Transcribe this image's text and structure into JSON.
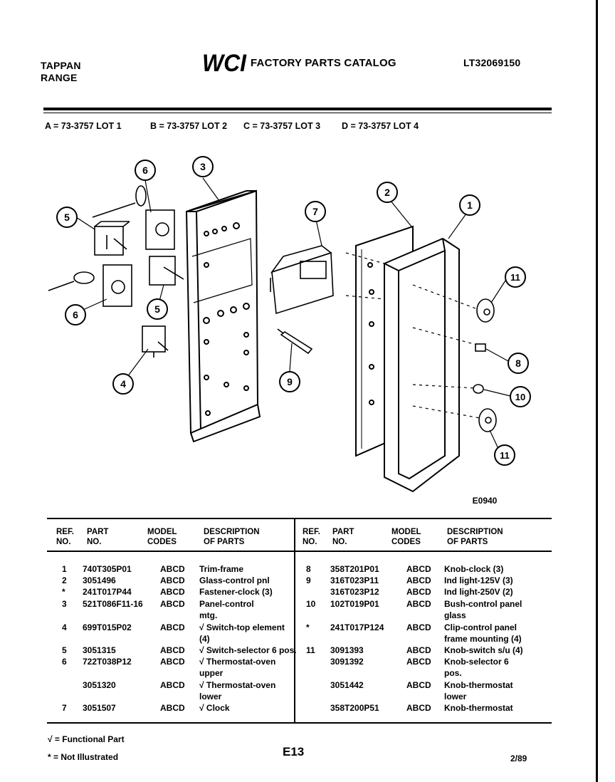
{
  "header": {
    "brand_line1": "TAPPAN",
    "brand_line2": "RANGE",
    "logo_text": "WCI",
    "catalog_title": "FACTORY PARTS CATALOG",
    "catalog_number": "LT32069150"
  },
  "lots": [
    "A = 73-3757 LOT 1",
    "B = 73-3757 LOT 2",
    "C = 73-3757 LOT 3",
    "D = 73-3757 LOT 4"
  ],
  "diagram": {
    "callouts": [
      "1",
      "2",
      "3",
      "4",
      "5",
      "5",
      "6",
      "6",
      "7",
      "8",
      "9",
      "10",
      "11",
      "11"
    ],
    "drawing_code": "E0940"
  },
  "table": {
    "headers": {
      "ref": "REF.\nNO.",
      "part": "PART\nNO.",
      "model": "MODEL\nCODES",
      "desc": "DESCRIPTION\nOF PARTS"
    },
    "left_rows": [
      {
        "ref": "1",
        "part": "740T305P01",
        "model": "ABCD",
        "desc": "Trim-frame"
      },
      {
        "ref": "2",
        "part": "3051496",
        "model": "ABCD",
        "desc": "Glass-control pnl"
      },
      {
        "ref": "*",
        "part": "241T017P44",
        "model": "ABCD",
        "desc": "Fastener-clock (3)"
      },
      {
        "ref": "3",
        "part": "521T086F11-16",
        "model": "ABCD",
        "desc": "Panel-control\nmtg."
      },
      {
        "ref": "4",
        "part": "699T015P02",
        "model": "ABCD",
        "desc": "√ Switch-top element\n(4)"
      },
      {
        "ref": "5",
        "part": "3051315",
        "model": "ABCD",
        "desc": "√ Switch-selector 6 pos."
      },
      {
        "ref": "6",
        "part": "722T038P12",
        "model": "ABCD",
        "desc": "√ Thermostat-oven\nupper"
      },
      {
        "ref": "",
        "part": "3051320",
        "model": "ABCD",
        "desc": "√ Thermostat-oven\nlower"
      },
      {
        "ref": "7",
        "part": "3051507",
        "model": "ABCD",
        "desc": "√ Clock"
      }
    ],
    "right_rows": [
      {
        "ref": "8",
        "part": "358T201P01",
        "model": "ABCD",
        "desc": "Knob-clock (3)"
      },
      {
        "ref": "9",
        "part": "316T023P11",
        "model": "ABCD",
        "desc": "Ind light-125V (3)"
      },
      {
        "ref": "",
        "part": "316T023P12",
        "model": "ABCD",
        "desc": "Ind light-250V (2)"
      },
      {
        "ref": "10",
        "part": "102T019P01",
        "model": "ABCD",
        "desc": "Bush-control panel\nglass"
      },
      {
        "ref": "*",
        "part": "241T017P124",
        "model": "ABCD",
        "desc": "Clip-control panel\nframe mounting (4)"
      },
      {
        "ref": "11",
        "part": "3091393",
        "model": "ABCD",
        "desc": "Knob-switch s/u (4)"
      },
      {
        "ref": "",
        "part": "3091392",
        "model": "ABCD",
        "desc": "Knob-selector 6\npos."
      },
      {
        "ref": "",
        "part": "3051442",
        "model": "ABCD",
        "desc": "Knob-thermostat\nlower"
      },
      {
        "ref": "",
        "part": "358T200P51",
        "model": "ABCD",
        "desc": "Knob-thermostat"
      }
    ]
  },
  "footer": {
    "functional_note": "√ = Functional Part",
    "not_illustrated_note": "* = Not Illustrated",
    "page_code": "E13",
    "date": "2/89"
  }
}
